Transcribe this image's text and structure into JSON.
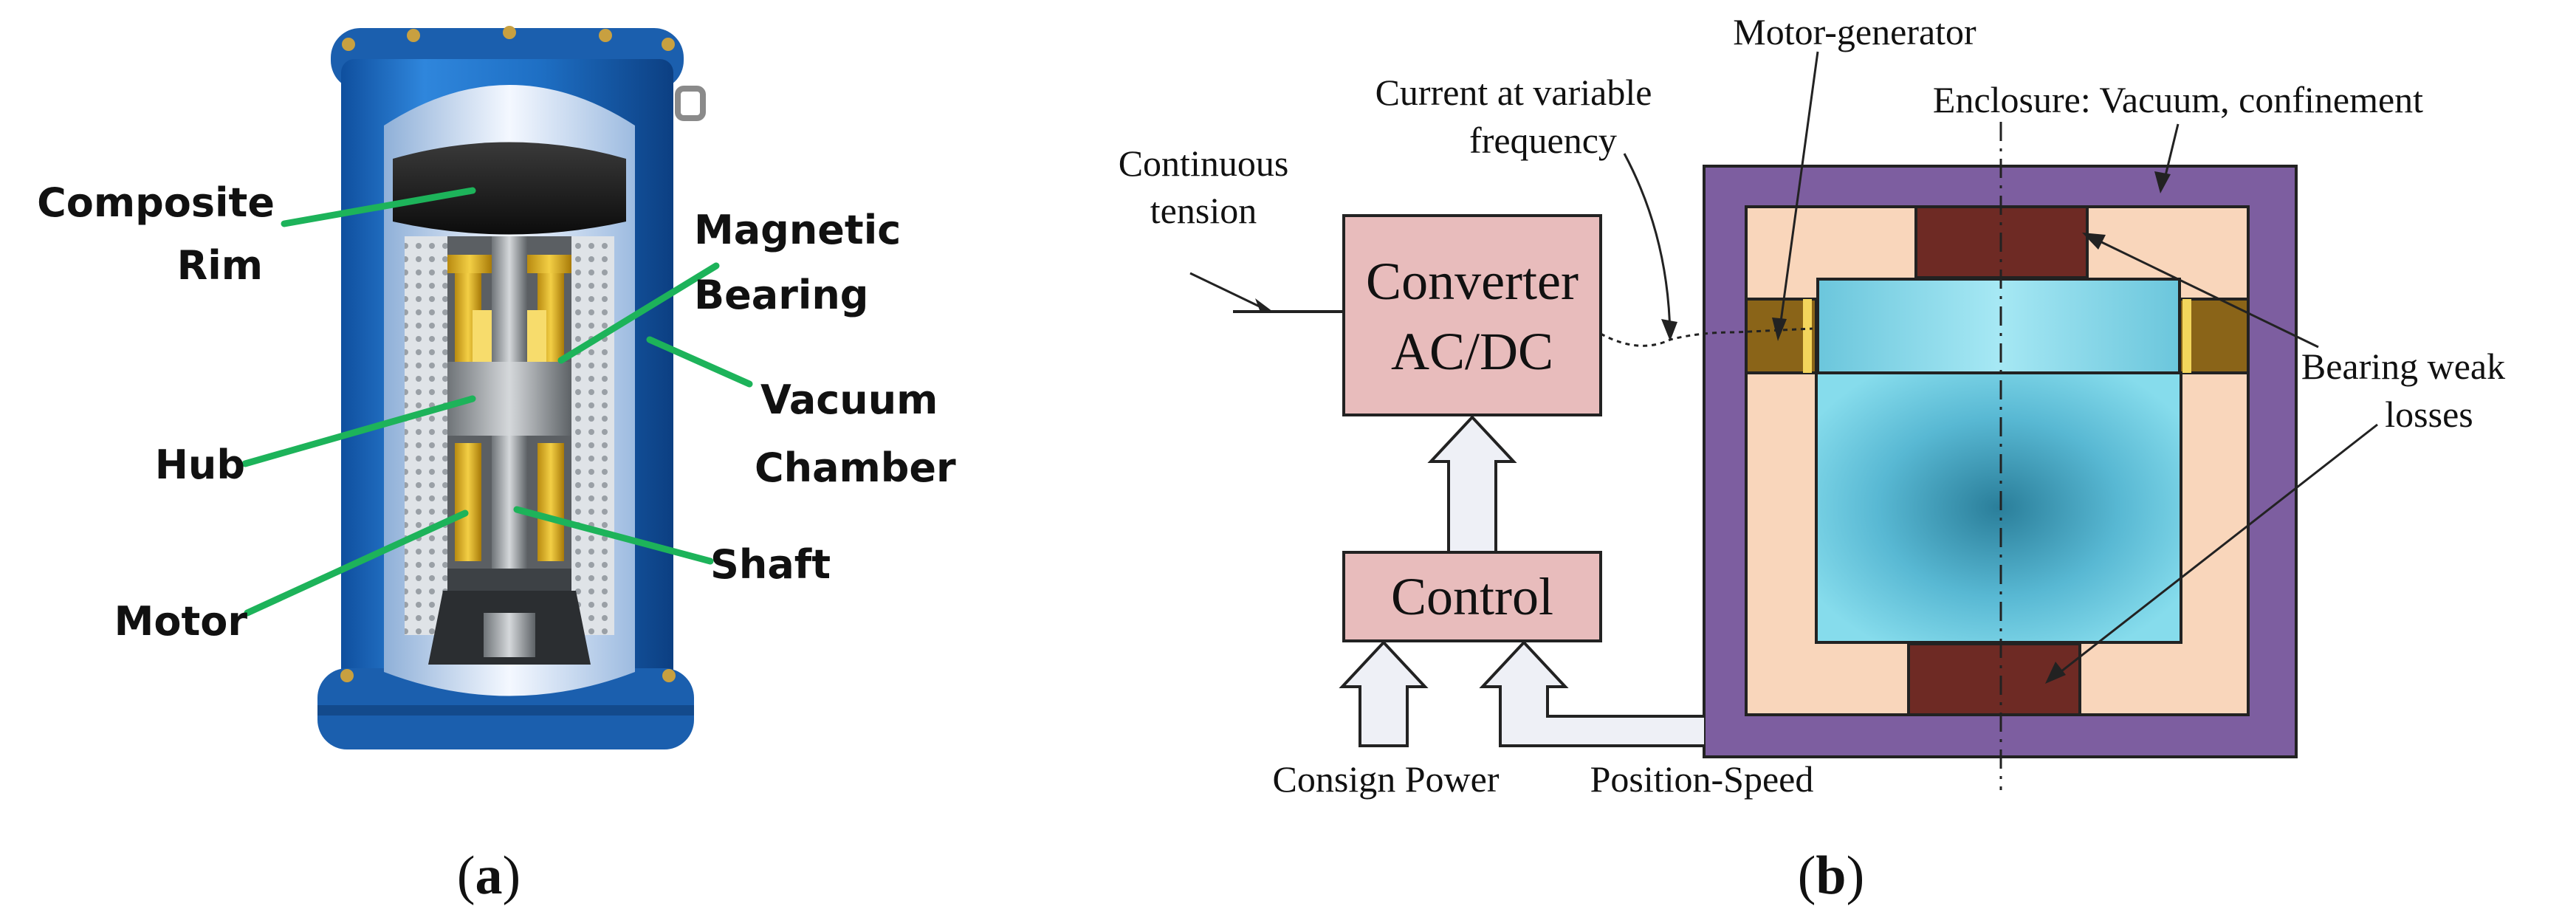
{
  "panel_a": {
    "caption": "(a)",
    "labels": {
      "composite_rim_1": "Composite",
      "composite_rim_2": "Rim",
      "magnetic_bearing_1": "Magnetic",
      "magnetic_bearing_2": "Bearing",
      "vacuum_chamber_1": "Vacuum",
      "vacuum_chamber_2": "Chamber",
      "hub": "Hub",
      "shaft": "Shaft",
      "motor": "Motor"
    },
    "colors": {
      "chamber": "#1e6fc4",
      "leader": "#1db35a",
      "rim": "#1a1a1a",
      "gold": "#e0b020"
    }
  },
  "panel_b": {
    "caption": "(b)",
    "labels": {
      "motor_generator": "Motor-generator",
      "current_1": "Current at variable",
      "current_2": "frequency",
      "enclosure": "Enclosure: Vacuum, confinement",
      "continuous_1": "Continuous",
      "continuous_2": "tension",
      "converter_1": "Converter",
      "converter_2": "AC/DC",
      "control": "Control",
      "bearing_1": "Bearing weak",
      "bearing_2": "losses",
      "consign": "Consign Power",
      "position": "Position-Speed"
    },
    "colors": {
      "enclosure": "#7d5ea0",
      "inner": "#f9d6bb",
      "bearing": "#6e2a24",
      "motor_gen": "#8a6418",
      "rotor": "#6ccde0",
      "box": "#e8bcbc"
    }
  }
}
